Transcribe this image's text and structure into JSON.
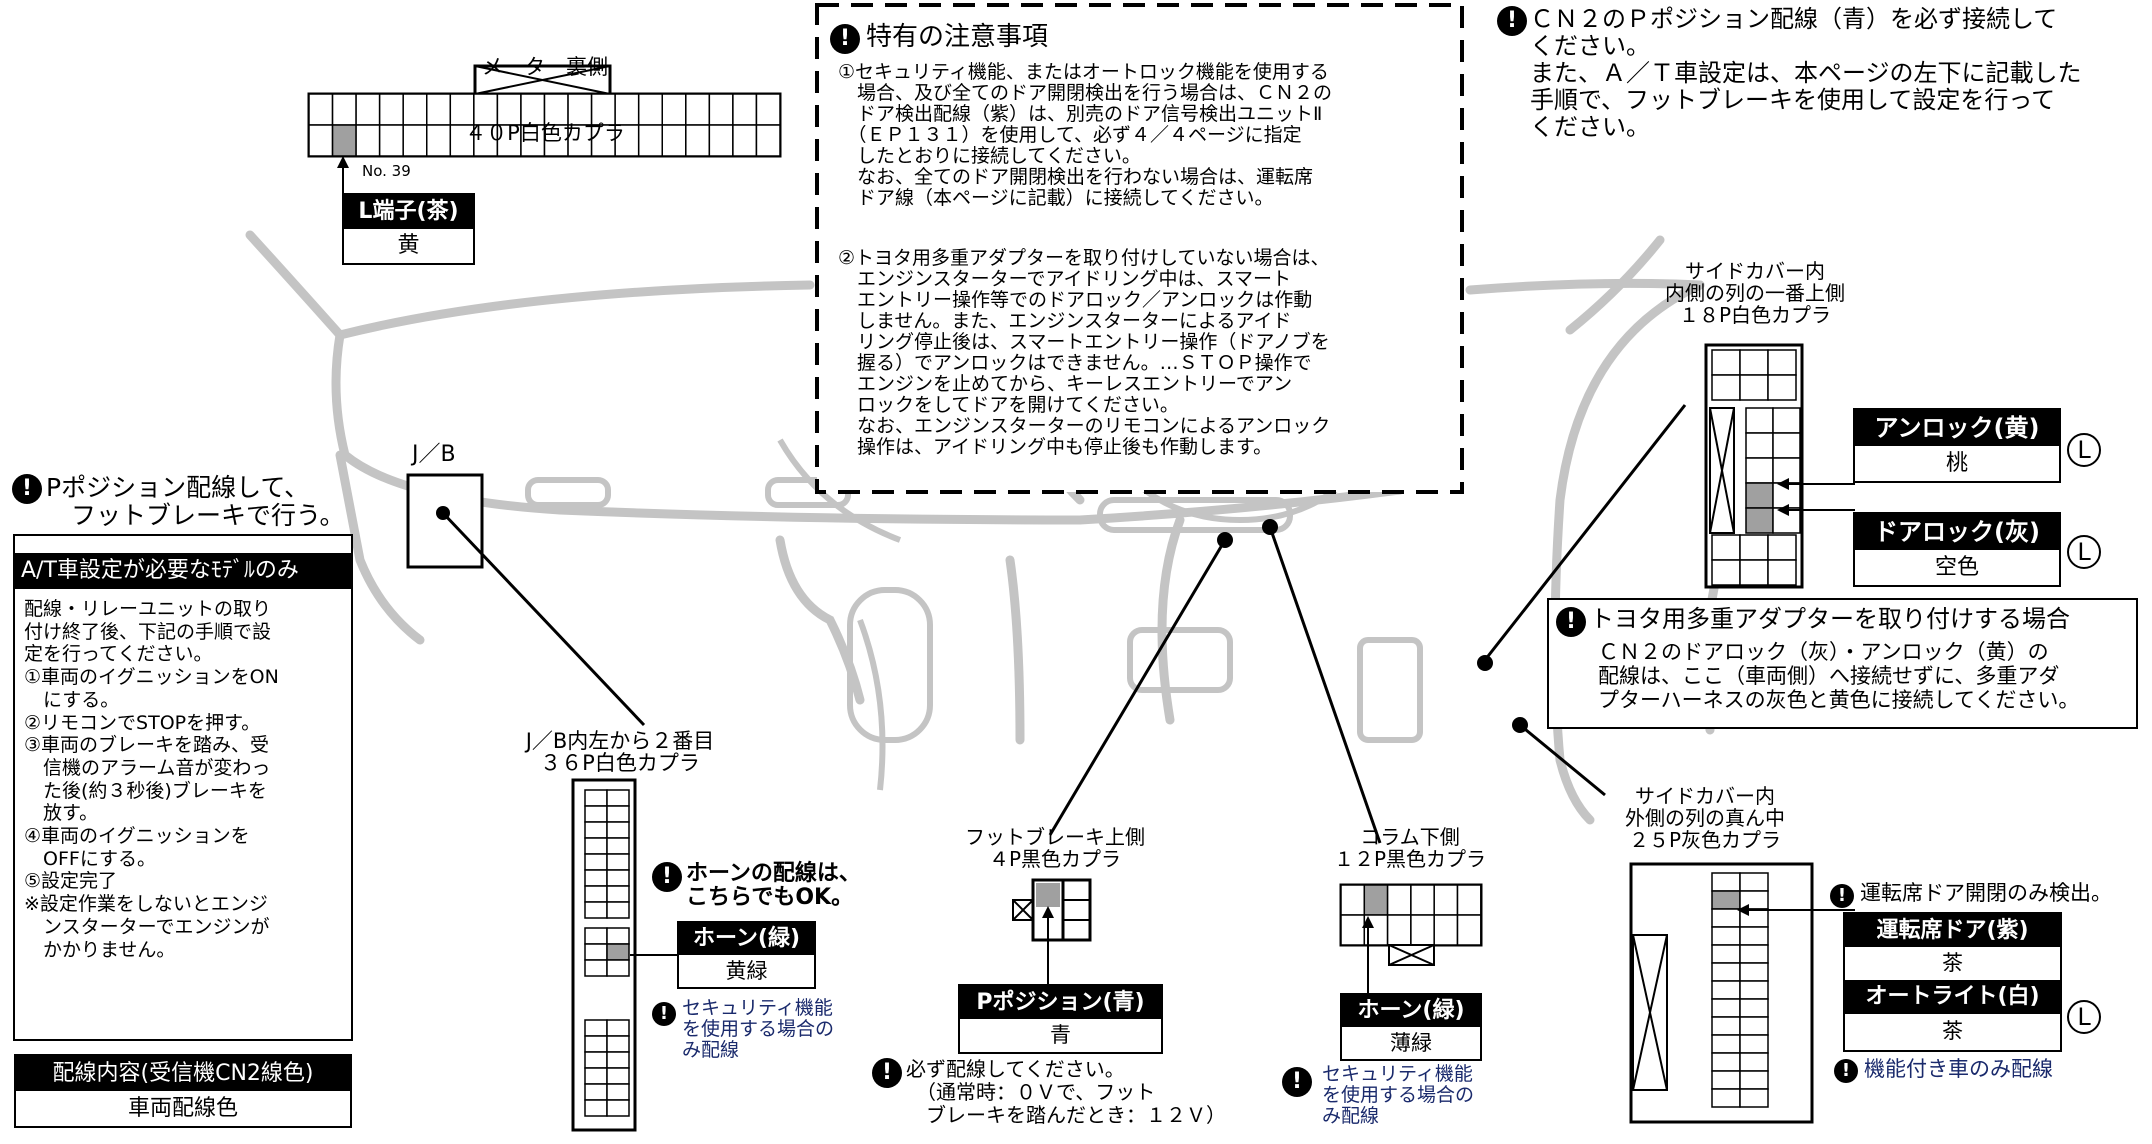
{
  "meter": {
    "title_line1": "メーター裏側",
    "title_line2": "４０P白色カプラ",
    "pin_no": "No. 39",
    "label_head": "L端子(茶)",
    "label_value": "黄"
  },
  "special": {
    "title": "特有の注意事項",
    "para1": "①セキュリティ機能、またはオートロック機能を使用する\n　場合、及び全てのドア開閉検出を行う場合は、ＣＮ２の\n　ドア検出配線（紫）は、別売のドア信号検出ユニットⅡ\n　（ＥＰ１３１）を使用して、必ず４／４ページに指定\n　したとおりに接続してください。\n　なお、全てのドア開閉検出を行わない場合は、運転席\n　ドア線（本ページに記載）に接続してください。",
    "para2": "②トヨタ用多重アダプターを取り付けしていない場合は、\n　エンジンスターターでアイドリング中は、スマート\n　エントリー操作等でのドアロック／アンロックは作動\n　しません。また、エンジンスターターによるアイド\n　リング停止後は、スマートエントリー操作（ドアノブを\n　握る）でアンロックはできません。…ＳＴＯＰ操作で\n　エンジンを止めてから、キーレスエントリーでアン\n　ロックをしてドアを開けてください。\n　なお、エンジンスターターのリモコンによるアンロック\n　操作は、アイドリング中も停止後も作動します。"
  },
  "cn2": {
    "text": "ＣＮ２のＰポジション配線（青）を必ず接続して\nください。\nまた、Ａ／Ｔ車設定は、本ページの左下に記載した\n手順で、フットブレーキを使用して設定を行って\nください。"
  },
  "side_inner": {
    "title": "サイドカバー内\n内側の列の一番上側\n１８P白色カプラ",
    "unlock_head": "アンロック(黄)",
    "unlock_value": "桃",
    "lock_head": "ドアロック(灰)",
    "lock_value": "空色",
    "L_mark": "L"
  },
  "toyota": {
    "title": "トヨタ用多重アダプターを取り付けする場合",
    "body": "ＣＮ２のドアロック（灰）・アンロック（黄）の\n配線は、ここ（車両側）へ接続せずに、多重アダ\nプターハーネスの灰色と黄色に接続してください。"
  },
  "jb": {
    "label": "J／B",
    "connector_title": "J／B内左から２番目\n３６P白色カプラ",
    "horn_note": "ホーンの配線は、\nこちらでもOK。",
    "horn_head": "ホーン(緑)",
    "horn_value": "黄緑",
    "security_note": "セキュリティ機能\nを使用する場合の\nみ配線"
  },
  "ppos_box": {
    "heading": "Pポジション配線して、\n　フットブレーキで行う。",
    "banner": "A/T車設定が必要なﾓﾃﾞﾙのみ",
    "body": "配線・リレーユニットの取り\n付け終了後、下記の手順で設\n定を行ってください。\n①車両のイグニッションをON\n　にする。\n②リモコンでSTOPを押す。\n③車両のブレーキを踏み、受\n　信機のアラーム音が変わっ\n　た後(約３秒後)ブレーキを\n　放す。\n④車両のイグニッションを\n　OFFにする。\n⑤設定完了\n※設定作業をしないとエンジ\n　ンスターターでエンジンが\n　かかりません。"
  },
  "legend": {
    "head": "配線内容(受信機CN2線色)",
    "value": "車両配線色"
  },
  "foot": {
    "title": "フットブレーキ上側\n４P黒色カプラ",
    "head": "Pポジション(青)",
    "value": "青",
    "note": "必ず配線してください。\n　（通常時：０Ｖで、フット\n　ブレーキを踏んだとき：１２Ｖ）"
  },
  "column": {
    "title": "コラム下側\n１２P黒色カプラ",
    "head": "ホーン(緑)",
    "value": "薄緑",
    "note": "セキュリティ機能\nを使用する場合の\nみ配線"
  },
  "side_outer": {
    "title": "サイドカバー内\n外側の列の真ん中\n２５P灰色カプラ",
    "door_note": "運転席ドア開閉のみ検出。",
    "door_head": "運転席ドア(紫)",
    "door_value": "茶",
    "light_head": "オートライト(白)",
    "light_value": "茶",
    "L_mark": "L",
    "feature_note": "機能付き車のみ配線"
  },
  "colors": {
    "pin_gray": "#a0a0a0",
    "dash_gray": "#c4c4c4",
    "navy": "#1a2a6c"
  }
}
